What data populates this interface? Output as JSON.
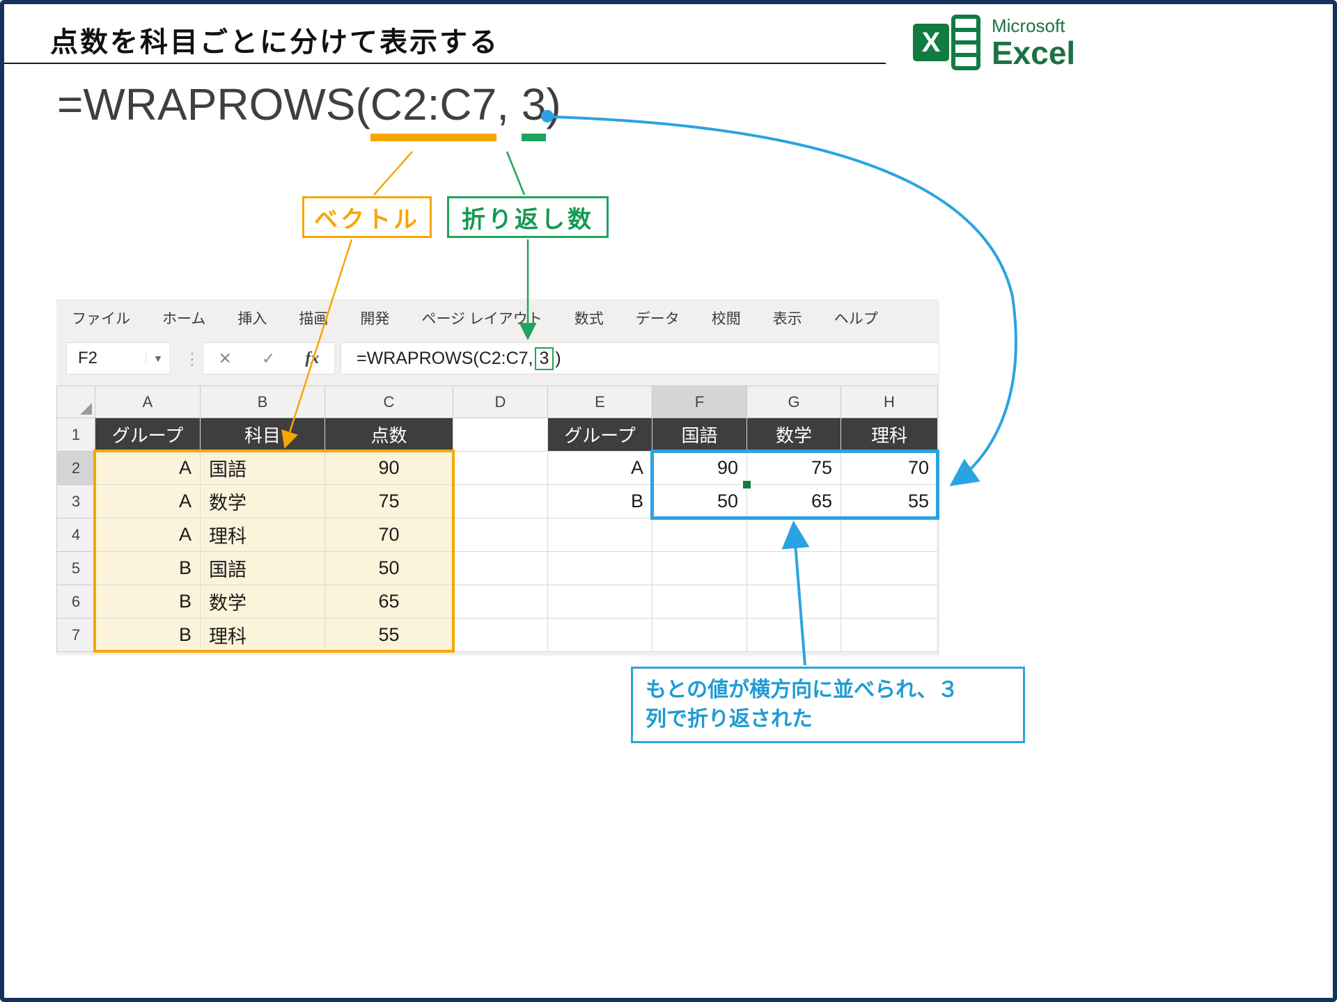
{
  "page": {
    "title": "点数を科目ごとに分けて表示する",
    "brand": {
      "microsoft": "Microsoft",
      "excel": "Excel",
      "logo_letter": "X"
    }
  },
  "formula": {
    "prefix": "=WRAPROWS(",
    "vector_arg": "C2:C7",
    "separator": ", ",
    "wrap_arg": "3",
    "suffix": ")"
  },
  "callouts": {
    "vector_label": "ベクトル",
    "wrap_count_label": "折り返し数",
    "result_note_line1": "もとの値が横方向に並べられ、３",
    "result_note_line2": "列で折り返された"
  },
  "excel": {
    "menu": [
      "ファイル",
      "ホーム",
      "挿入",
      "描画",
      "開発",
      "ページ レイアウト",
      "数式",
      "データ",
      "校閲",
      "表示",
      "ヘルプ"
    ],
    "name_box": "F2",
    "dropdown_glyph": "▼",
    "dots_glyph": "⋮",
    "cancel_glyph": "✕",
    "enter_glyph": "✓",
    "fx_glyph": "fx",
    "formula_bar": {
      "before": "=WRAPROWS(C2:C7,",
      "highlighted": "3",
      "after": ")"
    },
    "grid": {
      "col_headers": [
        "A",
        "B",
        "C",
        "D",
        "E",
        "F",
        "G",
        "H"
      ],
      "rows": [
        {
          "n": "1",
          "A": "グループ",
          "B": "科目",
          "C": "点数",
          "D": "",
          "E": "グループ",
          "F": "国語",
          "G": "数学",
          "H": "理科"
        },
        {
          "n": "2",
          "A": "A",
          "B": "国語",
          "C": "90",
          "D": "",
          "E": "A",
          "F": "90",
          "G": "75",
          "H": "70"
        },
        {
          "n": "3",
          "A": "A",
          "B": "数学",
          "C": "75",
          "D": "",
          "E": "B",
          "F": "50",
          "G": "65",
          "H": "55"
        },
        {
          "n": "4",
          "A": "A",
          "B": "理科",
          "C": "70",
          "D": "",
          "E": "",
          "F": "",
          "G": "",
          "H": ""
        },
        {
          "n": "5",
          "A": "B",
          "B": "国語",
          "C": "50",
          "D": "",
          "E": "",
          "F": "",
          "G": "",
          "H": ""
        },
        {
          "n": "6",
          "A": "B",
          "B": "数学",
          "C": "65",
          "D": "",
          "E": "",
          "F": "",
          "G": "",
          "H": ""
        },
        {
          "n": "7",
          "A": "B",
          "B": "理科",
          "C": "55",
          "D": "",
          "E": "",
          "F": "",
          "G": "",
          "H": ""
        }
      ]
    }
  },
  "colors": {
    "frame_navy": "#16325C",
    "accent_orange": "#F7A600",
    "accent_green": "#1FA45B",
    "accent_blue": "#2BA3E0",
    "excel_green": "#107C41",
    "table_header_dark": "#3E3E3E",
    "source_range_fill": "#FCF3DB"
  }
}
